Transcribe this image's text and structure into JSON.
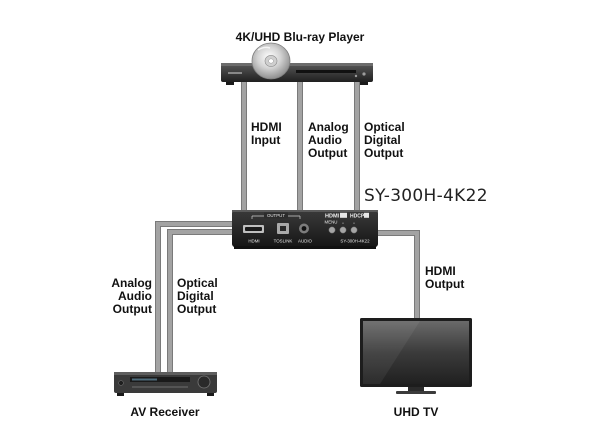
{
  "devices": {
    "player": {
      "name": "4K/UHD Blu-ray Player"
    },
    "converter": {
      "model": "SY-300H-4K22",
      "panel": {
        "output_header": "OUTPUT",
        "hdmi_port": "HDMI",
        "toslink_port": "TOSLINK",
        "audio_port": "AUDIO",
        "menu_label": "MENU",
        "model_print": "SY-300H-4K22",
        "hdmi_logo": "HDMI",
        "hdcp_logo": "HDCP"
      }
    },
    "receiver": {
      "name": "AV Receiver"
    },
    "tv": {
      "name": "UHD TV"
    }
  },
  "connections": {
    "hdmi_input": [
      "HDMI",
      "Input"
    ],
    "analog_from_player": [
      "Analog",
      "Audio",
      "Output"
    ],
    "optical_from_player": [
      "Optical",
      "Digital",
      "Output"
    ],
    "analog_to_receiver": [
      "Analog",
      "Audio",
      "Output"
    ],
    "optical_to_receiver": [
      "Optical",
      "Digital",
      "Output"
    ],
    "hdmi_output": [
      "HDMI",
      "Output"
    ]
  },
  "colors": {
    "cable": "#9a9a9a",
    "cable_edge": "#7a7a7a",
    "device_dark": "#2b2b2b",
    "device_mid": "#474747"
  }
}
